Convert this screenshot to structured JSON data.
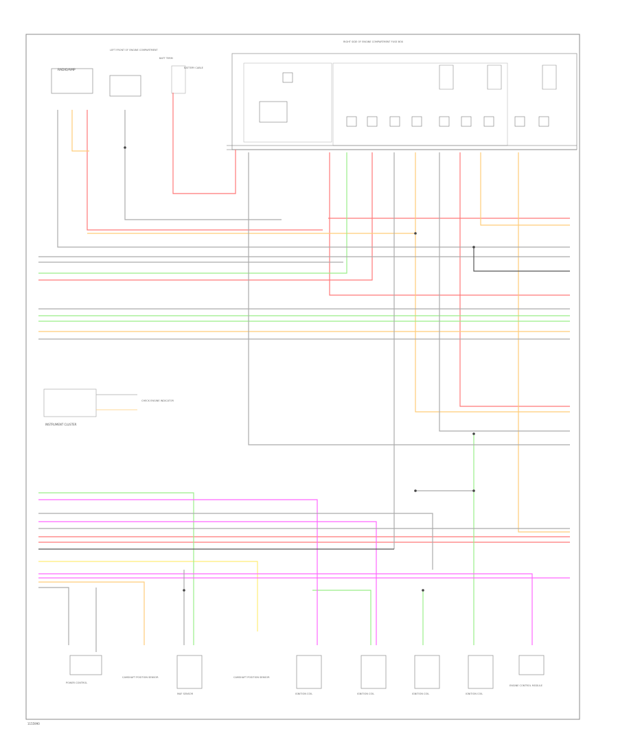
{
  "diagram": {
    "footer_code": "1155990",
    "top_labels": {
      "radio": "RADIO/AMP",
      "left_front_sensor": "LEFT FRONT OF ENGINE COMPARTMENT",
      "batt_term": "BATT TERM",
      "battery_cable": "BATTERY CABLE",
      "right_fuse_box": "RIGHT SIDE OF ENGINE COMPARTMENT FUSE BOX"
    },
    "bottom_labels": [
      "POWER CONTROL",
      "CAMSHAFT POSITION SENSOR",
      "MAF SENSOR",
      "CAMSHAFT POSITION SENSOR",
      "IGNITION COIL",
      "IGNITION COIL",
      "IGNITION COIL",
      "IGNITION COIL",
      "ENGINE CONTROL MODULE"
    ],
    "cluster_label": "INSTRUMENT CLUSTER",
    "indicator_label": "CHECK ENGINE INDICATOR"
  }
}
